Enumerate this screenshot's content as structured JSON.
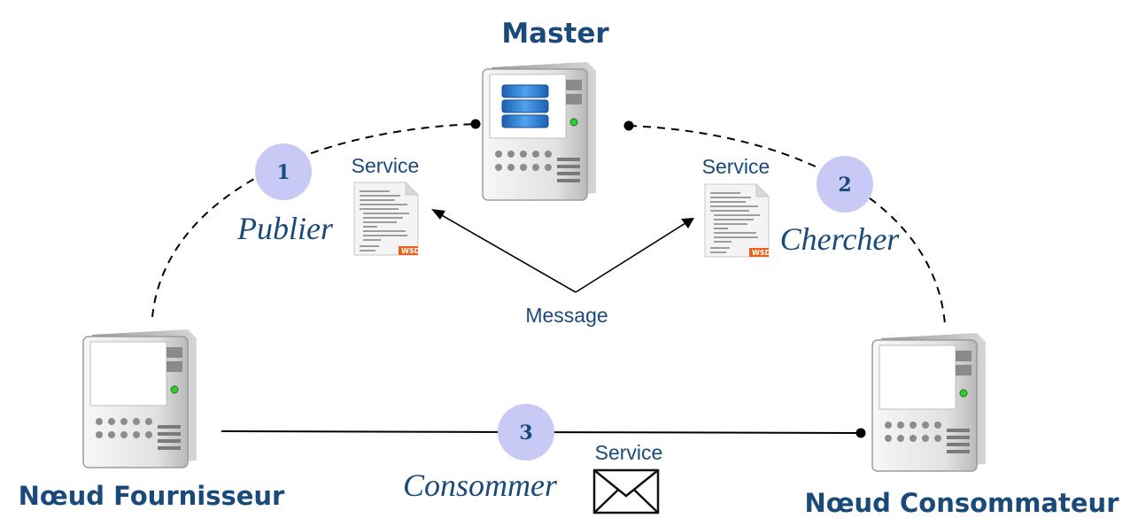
{
  "nodes": {
    "master": "Master",
    "provider": "Nœud Fournisseur",
    "consumer": "Nœud Consommateur"
  },
  "steps": [
    {
      "number": "1",
      "label": "Publier"
    },
    {
      "number": "2",
      "label": "Chercher"
    },
    {
      "number": "3",
      "label": "Consommer"
    }
  ],
  "service_label_left": "Service",
  "service_label_right": "Service",
  "service_label_bottom": "Service",
  "message_label": "Message",
  "document_badge": "WSDL",
  "colors": {
    "text": "#1a4a7a",
    "step_circle": "#c9c9f5",
    "connector": "#000000",
    "wsdl_badge": "#e8641e",
    "db_blue": "#2e7fd1"
  },
  "icons": {
    "servers": "server-icon",
    "documents": "wsdl-document-icon",
    "envelope": "envelope-icon"
  }
}
